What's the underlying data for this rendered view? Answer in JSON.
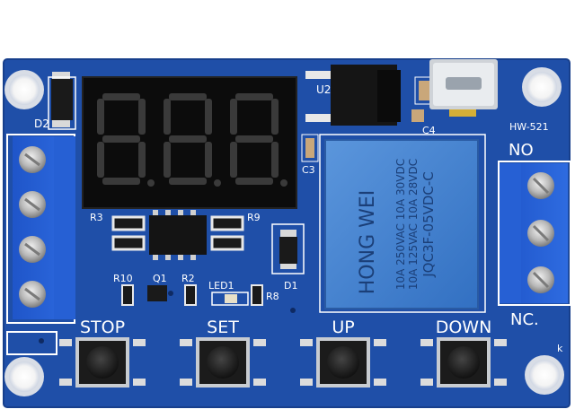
{
  "board": {
    "model": "HW-521",
    "pcb_color": "#1f4fa8",
    "silkscreen_color": "#ffffff"
  },
  "display": {
    "digits": [
      "8.",
      "8.",
      "8."
    ],
    "segment_color": "#3a3a3a"
  },
  "labels": {
    "d2": "D2",
    "u2": "U2",
    "c3": "C3",
    "c4": "C4",
    "r3": "R3",
    "r9": "R9",
    "r10": "R10",
    "q1": "Q1",
    "r2": "R2",
    "led1": "LED1",
    "r8": "R8",
    "d1": "D1",
    "no": "NO",
    "nc": "NC.",
    "k": "k"
  },
  "relay": {
    "brand": "HONG WEI",
    "rating_1": "10A 250VAC  10A  30VDC",
    "rating_2": "10A 125VAC  10A  28VDC",
    "model": "JQC3F-05VDC-C",
    "color": "#3f7fd0"
  },
  "buttons": [
    {
      "label": "STOP"
    },
    {
      "label": "SET"
    },
    {
      "label": "UP"
    },
    {
      "label": "DOWN"
    }
  ]
}
